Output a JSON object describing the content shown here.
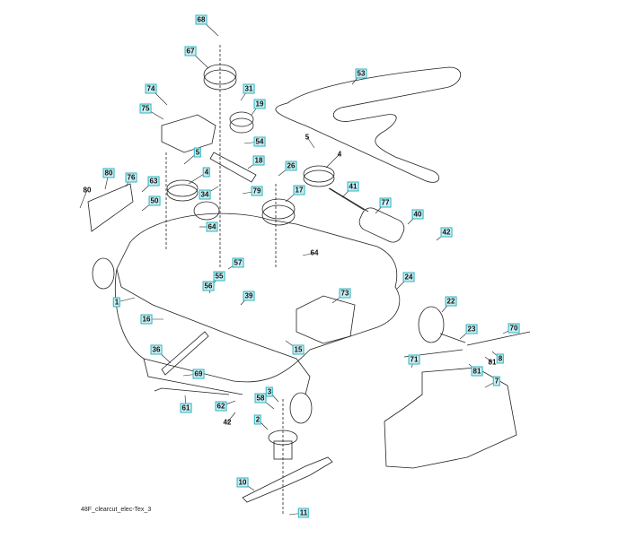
{
  "diagram": {
    "title": "Mower deck exploded parts diagram",
    "footer_caption": "48F_clearcut_elec-Tex_3",
    "label_style": {
      "box_fill": "#c9eef2",
      "box_border": "#2bb3c0",
      "line_color": "#222222"
    },
    "callouts": [
      {
        "id": "68",
        "boxed": true,
        "part": "bolt"
      },
      {
        "id": "67",
        "boxed": true,
        "part": "idler pulley"
      },
      {
        "id": "74",
        "boxed": true,
        "part": "nut"
      },
      {
        "id": "31",
        "boxed": true,
        "part": "nut"
      },
      {
        "id": "19",
        "boxed": true,
        "part": "idler pulley"
      },
      {
        "id": "75",
        "boxed": true,
        "part": "belt guard"
      },
      {
        "id": "54",
        "boxed": true,
        "part": "belt keeper"
      },
      {
        "id": "53",
        "boxed": true,
        "part": "drive belt"
      },
      {
        "id": "5",
        "boxed": true,
        "part": "nut"
      },
      {
        "id": "5",
        "boxed": false,
        "part": "nut"
      },
      {
        "id": "4",
        "boxed": true,
        "part": "spindle pulley"
      },
      {
        "id": "4",
        "boxed": false,
        "part": "spindle pulley"
      },
      {
        "id": "18",
        "boxed": true,
        "part": "idler arm"
      },
      {
        "id": "26",
        "boxed": true,
        "part": "bolt"
      },
      {
        "id": "34",
        "boxed": true,
        "part": "spacer"
      },
      {
        "id": "79",
        "boxed": true,
        "part": "bolt"
      },
      {
        "id": "17",
        "boxed": true,
        "part": "idler pulley"
      },
      {
        "id": "80",
        "boxed": true,
        "part": "screw"
      },
      {
        "id": "80",
        "boxed": false,
        "part": "screw"
      },
      {
        "id": "76",
        "boxed": true,
        "part": "deflector"
      },
      {
        "id": "63",
        "boxed": true,
        "part": "bolt"
      },
      {
        "id": "50",
        "boxed": true,
        "part": "nut"
      },
      {
        "id": "41",
        "boxed": true,
        "part": "rod"
      },
      {
        "id": "77",
        "boxed": true,
        "part": "washer"
      },
      {
        "id": "40",
        "boxed": true,
        "part": "roller"
      },
      {
        "id": "42",
        "boxed": true,
        "part": "cotter pin"
      },
      {
        "id": "64",
        "boxed": true,
        "part": "bolt"
      },
      {
        "id": "64",
        "boxed": false,
        "part": "bolt"
      },
      {
        "id": "57",
        "boxed": true,
        "part": "rod"
      },
      {
        "id": "55",
        "boxed": true,
        "part": "spring"
      },
      {
        "id": "56",
        "boxed": true,
        "part": "bracket"
      },
      {
        "id": "39",
        "boxed": true,
        "part": "nut"
      },
      {
        "id": "73",
        "boxed": true,
        "part": "cover"
      },
      {
        "id": "24",
        "boxed": true,
        "part": "nut"
      },
      {
        "id": "1",
        "boxed": true,
        "part": "deck"
      },
      {
        "id": "16",
        "boxed": true,
        "part": "nut"
      },
      {
        "id": "15",
        "boxed": true,
        "part": "bolt"
      },
      {
        "id": "22",
        "boxed": true,
        "part": "wheel"
      },
      {
        "id": "23",
        "boxed": true,
        "part": "axle bolt"
      },
      {
        "id": "70",
        "boxed": true,
        "part": "rod"
      },
      {
        "id": "36",
        "boxed": true,
        "part": "link arm"
      },
      {
        "id": "69",
        "boxed": true,
        "part": "nut"
      },
      {
        "id": "71",
        "boxed": true,
        "part": "pin"
      },
      {
        "id": "8",
        "boxed": true,
        "part": "spring"
      },
      {
        "id": "81",
        "boxed": true,
        "part": "bracket"
      },
      {
        "id": "81",
        "boxed": false,
        "part": "bracket"
      },
      {
        "id": "7",
        "boxed": true,
        "part": "discharge chute"
      },
      {
        "id": "61",
        "boxed": true,
        "part": "rod"
      },
      {
        "id": "62",
        "boxed": true,
        "part": "clip"
      },
      {
        "id": "42",
        "boxed": false,
        "part": "cotter pin"
      },
      {
        "id": "3",
        "boxed": true,
        "part": "nut"
      },
      {
        "id": "58",
        "boxed": true,
        "part": "washer"
      },
      {
        "id": "2",
        "boxed": true,
        "part": "spindle"
      },
      {
        "id": "10",
        "boxed": true,
        "part": "blade"
      },
      {
        "id": "11",
        "boxed": true,
        "part": "blade bolt"
      }
    ]
  }
}
